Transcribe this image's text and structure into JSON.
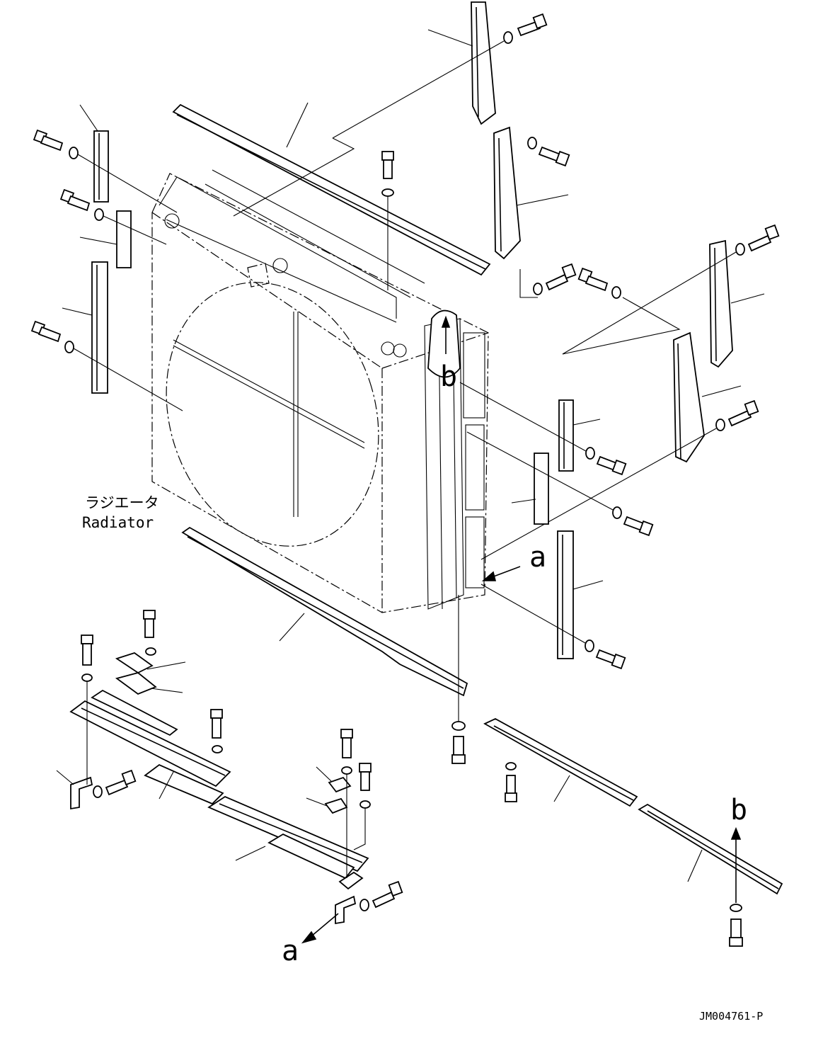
{
  "diagram": {
    "part_label_jp": "ラジエータ",
    "part_label_en": "Radiator",
    "view_markers": {
      "a_top": "a",
      "a_bottom": "a",
      "b_top": "b",
      "b_right": "b"
    },
    "drawing_code": "JM004761-P"
  }
}
